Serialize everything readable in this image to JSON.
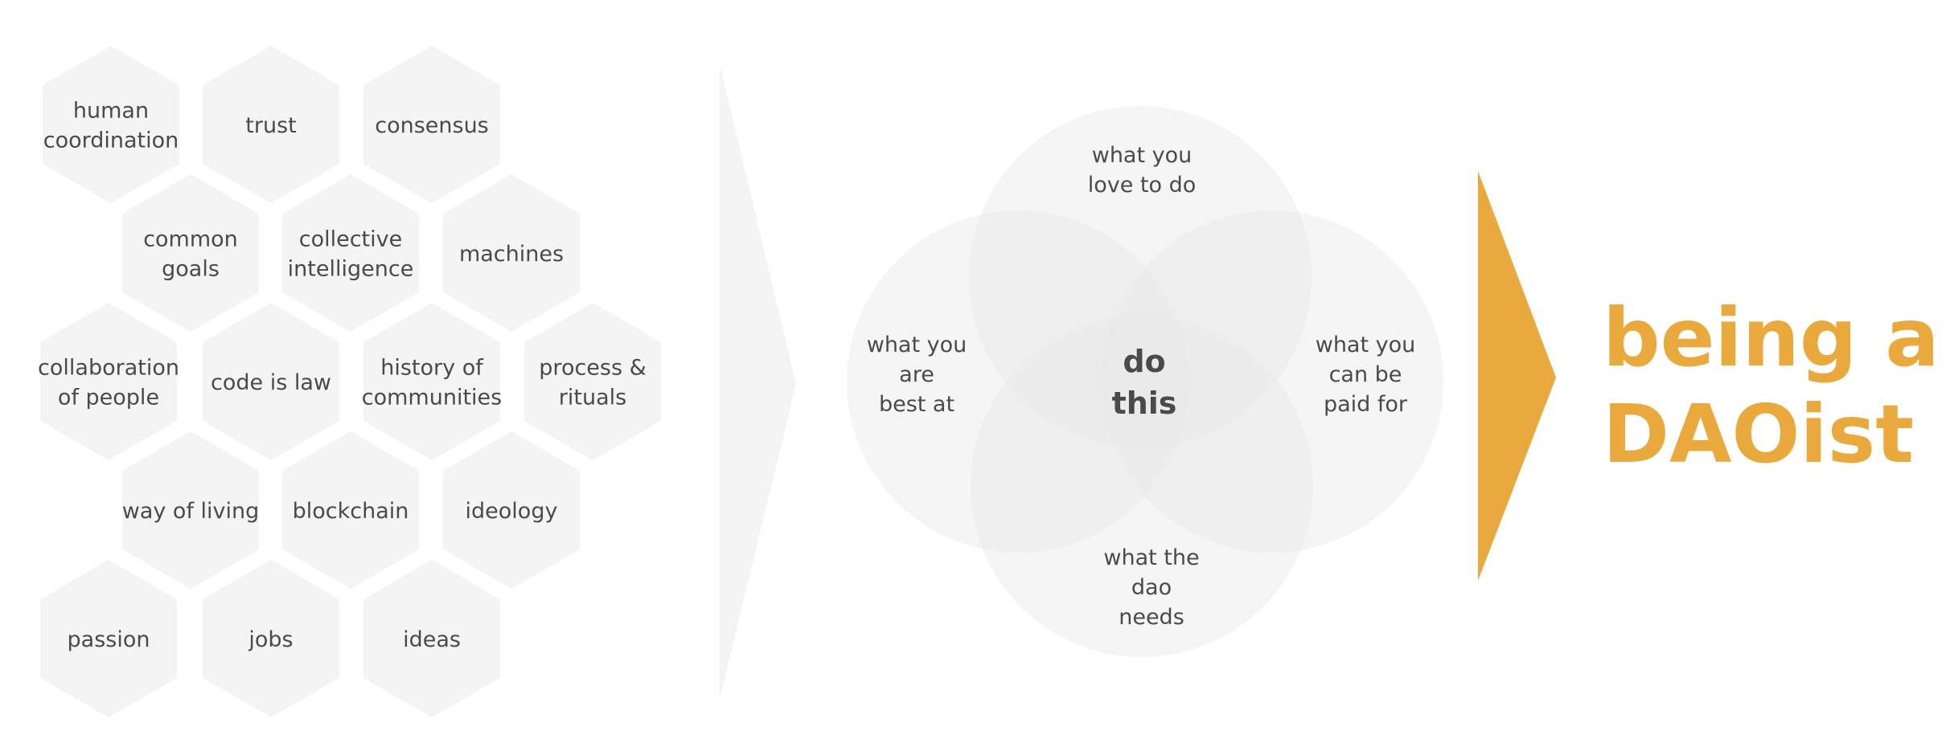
{
  "colors": {
    "hex_fill": "#f4f4f4",
    "text": "#4a4a4a",
    "arrow_light": "#f4f4f4",
    "circle_fill": "#e8e8e8",
    "accent": "#eaa93d"
  },
  "hexagons": [
    {
      "lines": [
        "human",
        "coordination"
      ]
    },
    {
      "lines": [
        "trust"
      ]
    },
    {
      "lines": [
        "consensus"
      ]
    },
    {
      "lines": [
        "common",
        "goals"
      ]
    },
    {
      "lines": [
        "collective",
        "intelligence"
      ]
    },
    {
      "lines": [
        "machines"
      ]
    },
    {
      "lines": [
        "collaboration",
        "of people"
      ]
    },
    {
      "lines": [
        "code is law"
      ]
    },
    {
      "lines": [
        "history of",
        "communities"
      ]
    },
    {
      "lines": [
        "process &",
        "rituals"
      ]
    },
    {
      "lines": [
        "way of living"
      ]
    },
    {
      "lines": [
        "blockchain"
      ]
    },
    {
      "lines": [
        "ideology"
      ]
    },
    {
      "lines": [
        "passion"
      ]
    },
    {
      "lines": [
        "jobs"
      ]
    },
    {
      "lines": [
        "ideas"
      ]
    }
  ],
  "venn": {
    "circles": [
      {
        "label": [
          "what you",
          "love to do"
        ]
      },
      {
        "label": [
          "what you",
          "are",
          "best at"
        ]
      },
      {
        "label": [
          "what you",
          "can be",
          "paid for"
        ]
      },
      {
        "label": [
          "what the",
          "dao",
          "needs"
        ]
      }
    ],
    "center": [
      "do",
      "this"
    ]
  },
  "result": [
    "being a",
    "DAOist"
  ],
  "icons": {
    "input_arrow": "chevron-arrow-icon",
    "output_arrow": "triangle-arrow-icon"
  }
}
